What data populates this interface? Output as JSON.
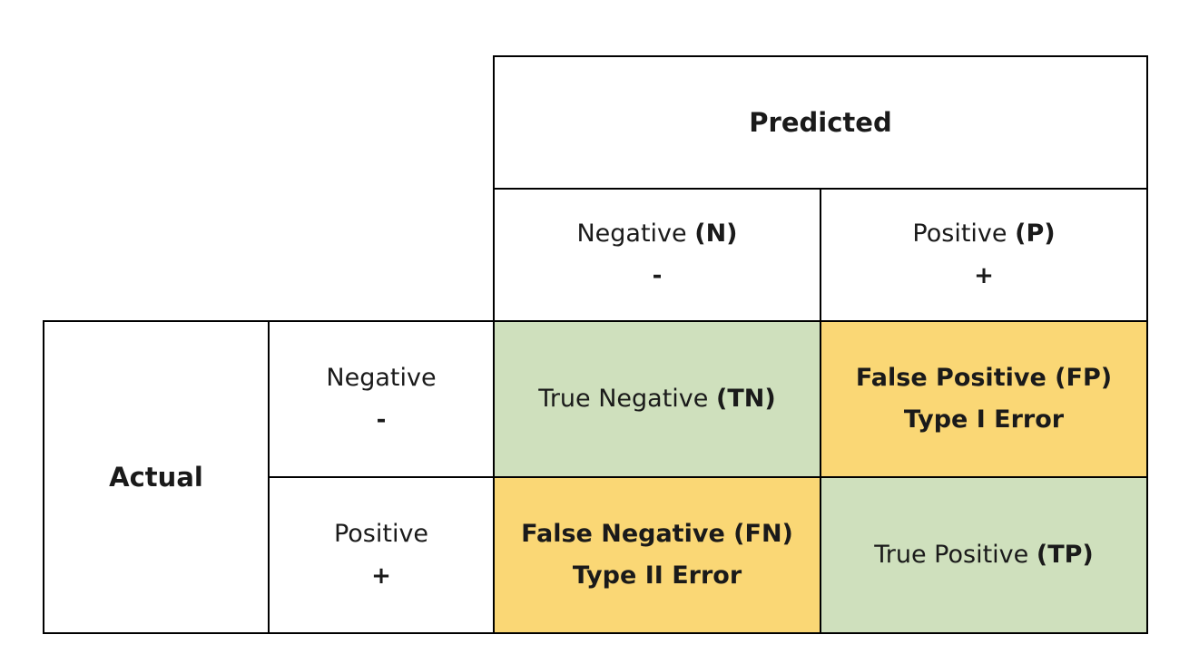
{
  "header": {
    "predicted": "Predicted",
    "actual": "Actual"
  },
  "columns": {
    "negative": {
      "label": "Negative",
      "abbr": "(N)",
      "sign": "-"
    },
    "positive": {
      "label": "Positive",
      "abbr": "(P)",
      "sign": "+"
    }
  },
  "rows": {
    "negative": {
      "label": "Negative",
      "sign": "-"
    },
    "positive": {
      "label": "Positive",
      "sign": "+"
    }
  },
  "cells": {
    "tn": {
      "label": "True Negative",
      "abbr": "(TN)",
      "color": "#cfe0bd"
    },
    "fp": {
      "label": "False Positive (FP)",
      "note": "Type I Error",
      "color": "#fad775"
    },
    "fn": {
      "label": "False Negative (FN)",
      "note": "Type II Error",
      "color": "#fad775"
    },
    "tp": {
      "label": "True Positive",
      "abbr": "(TP)",
      "color": "#cfe0bd"
    }
  }
}
